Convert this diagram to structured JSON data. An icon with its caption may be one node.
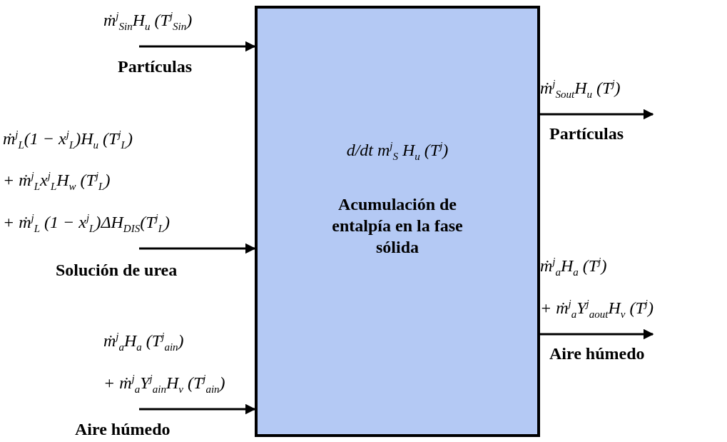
{
  "diagram": {
    "nodes": [
      {
        "text": [
          "d/dt m$^{j}$$_{S}$ H$_{u}$ (T$^{j}$)",
          "Acumulación de entalpía en la fase sólida"
        ]
      },
      {
        "text": [
          "ṁ$^{j}$$_{Sin}$H$_{u}$ (T$^{j}$$_{Sin}$)"
        ],
        "beside": [
          "Partículas"
        ]
      },
      {
        "text": [
          "ṁ$^{j}$$_{L}$(1 − x$^{j}$$_{L}$)H$_{u}$ (T$^{j}$$_{L}$)",
          "+ ṁ$^{j}$$_{L}$x$^{j}$$_{L}$H$_{w}$ (T$^{j}$$_{L}$)",
          "+ ṁ$^{j}$$_{L}$ (1 − x$^{j}$$_{L}$)ΔH$_{DIS}$(T$^{j}$$_{L}$)"
        ],
        "beside": [
          "Solución de urea"
        ]
      },
      {
        "text": [
          "ṁ$^{j}$$_{a}$H$_{a}$ (T$^{j}$$_{ain}$)",
          "+ ṁ$^{j}$$_{a}$Y$^{j}$$_{ain}$H$_{v}$ (T$^{j}$$_{ain}$)"
        ],
        "beside": [
          "Aire húmedo"
        ]
      },
      {
        "text": [
          "ṁ$^{j}$$_{Sout}$H$_{u}$ (T$^{j}$)"
        ]
      },
      {
        "text": [
          "ṁ$^{j}$$_{a}$H$_{a}$ (T$^{j}$)",
          "+ ṁ$^{j}$$_{a}$Y$^{j}$$_{aout}$H$_{v}$ (T$^{j}$)"
        ]
      }
    ],
    "labels": [
      "Partículas",
      "Aire húmedo"
    ],
    "edges": [
      {
        "from": 1,
        "to": 0,
        "arrow": "to"
      },
      {
        "from": 2,
        "to": 0,
        "arrow": "to"
      },
      {
        "from": 3,
        "to": 0,
        "arrow": "to"
      },
      {
        "from": 0,
        "to": 4,
        "arrow": "to"
      },
      {
        "from": 0,
        "to": 5,
        "arrow": "to"
      }
    ]
  }
}
